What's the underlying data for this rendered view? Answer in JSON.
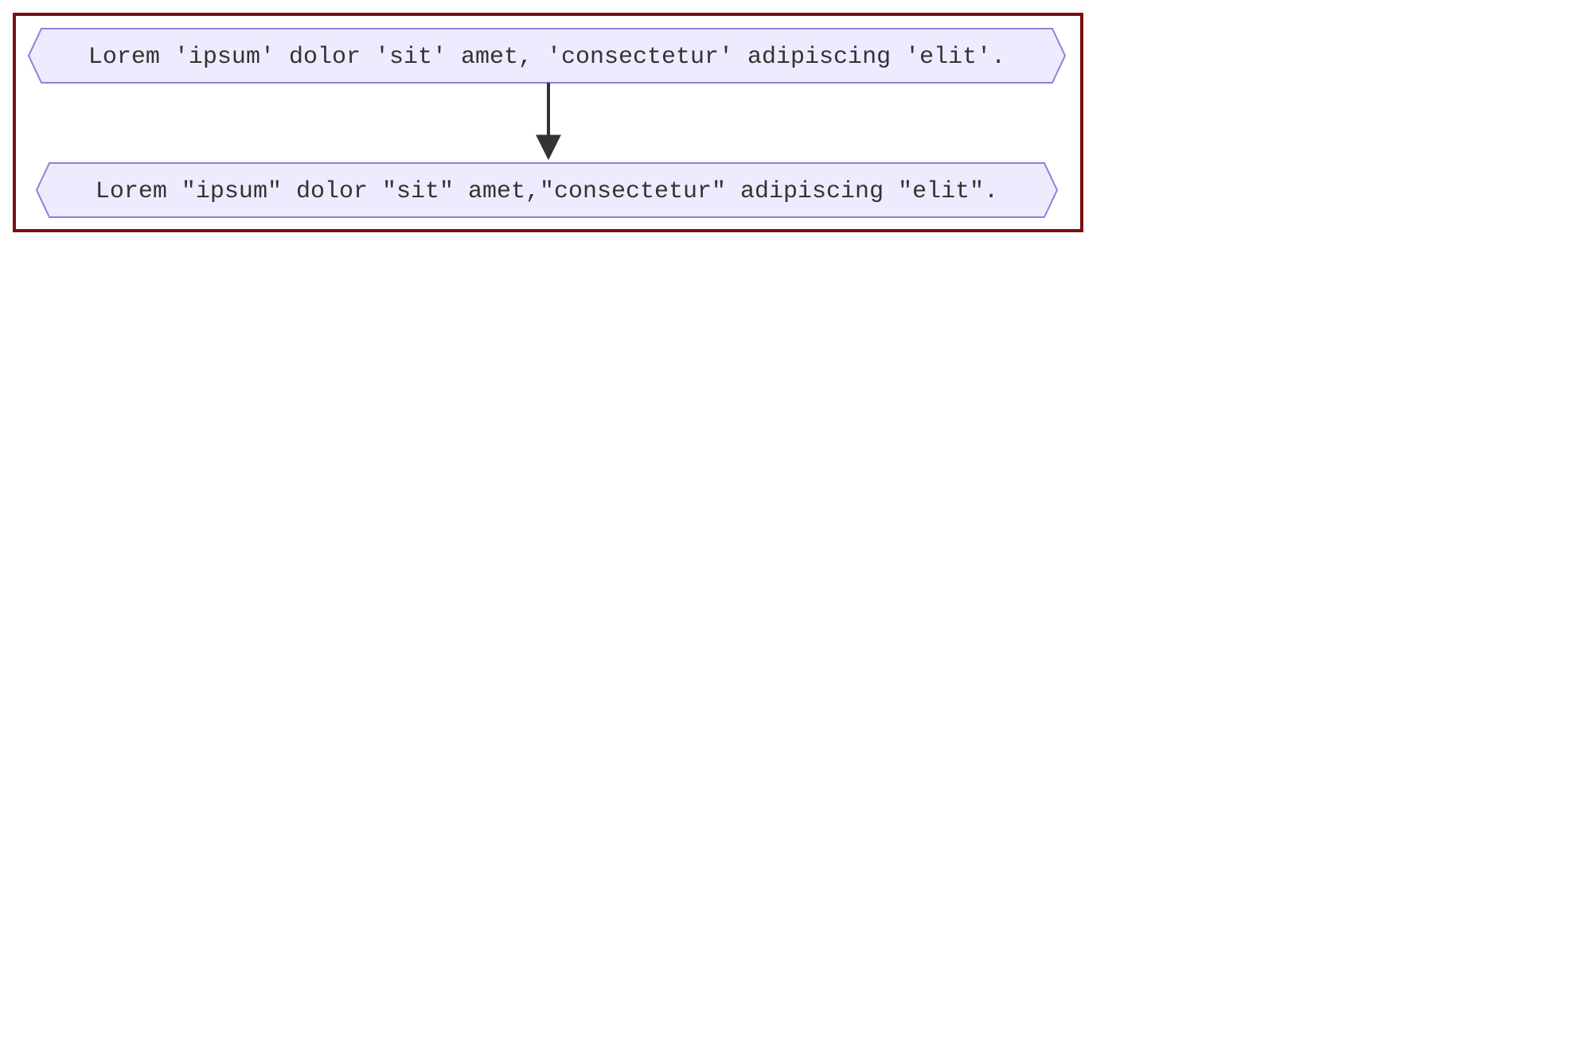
{
  "diagram": {
    "nodes": [
      {
        "id": "node-1",
        "label": "Lorem 'ipsum' dolor 'sit' amet, 'consectetur' adipiscing 'elit'."
      },
      {
        "id": "node-2",
        "label": "Lorem \"ipsum\" dolor \"sit\" amet,\"consectetur\" adipiscing \"elit\"."
      }
    ],
    "edges": [
      {
        "from": "node-1",
        "to": "node-2"
      }
    ]
  },
  "colors": {
    "frame_border": "#7a0f12",
    "node_fill": "#ececfe",
    "node_stroke": "#8f7fd9",
    "edge": "#333333",
    "text": "#333333",
    "background": "#ffffff"
  }
}
